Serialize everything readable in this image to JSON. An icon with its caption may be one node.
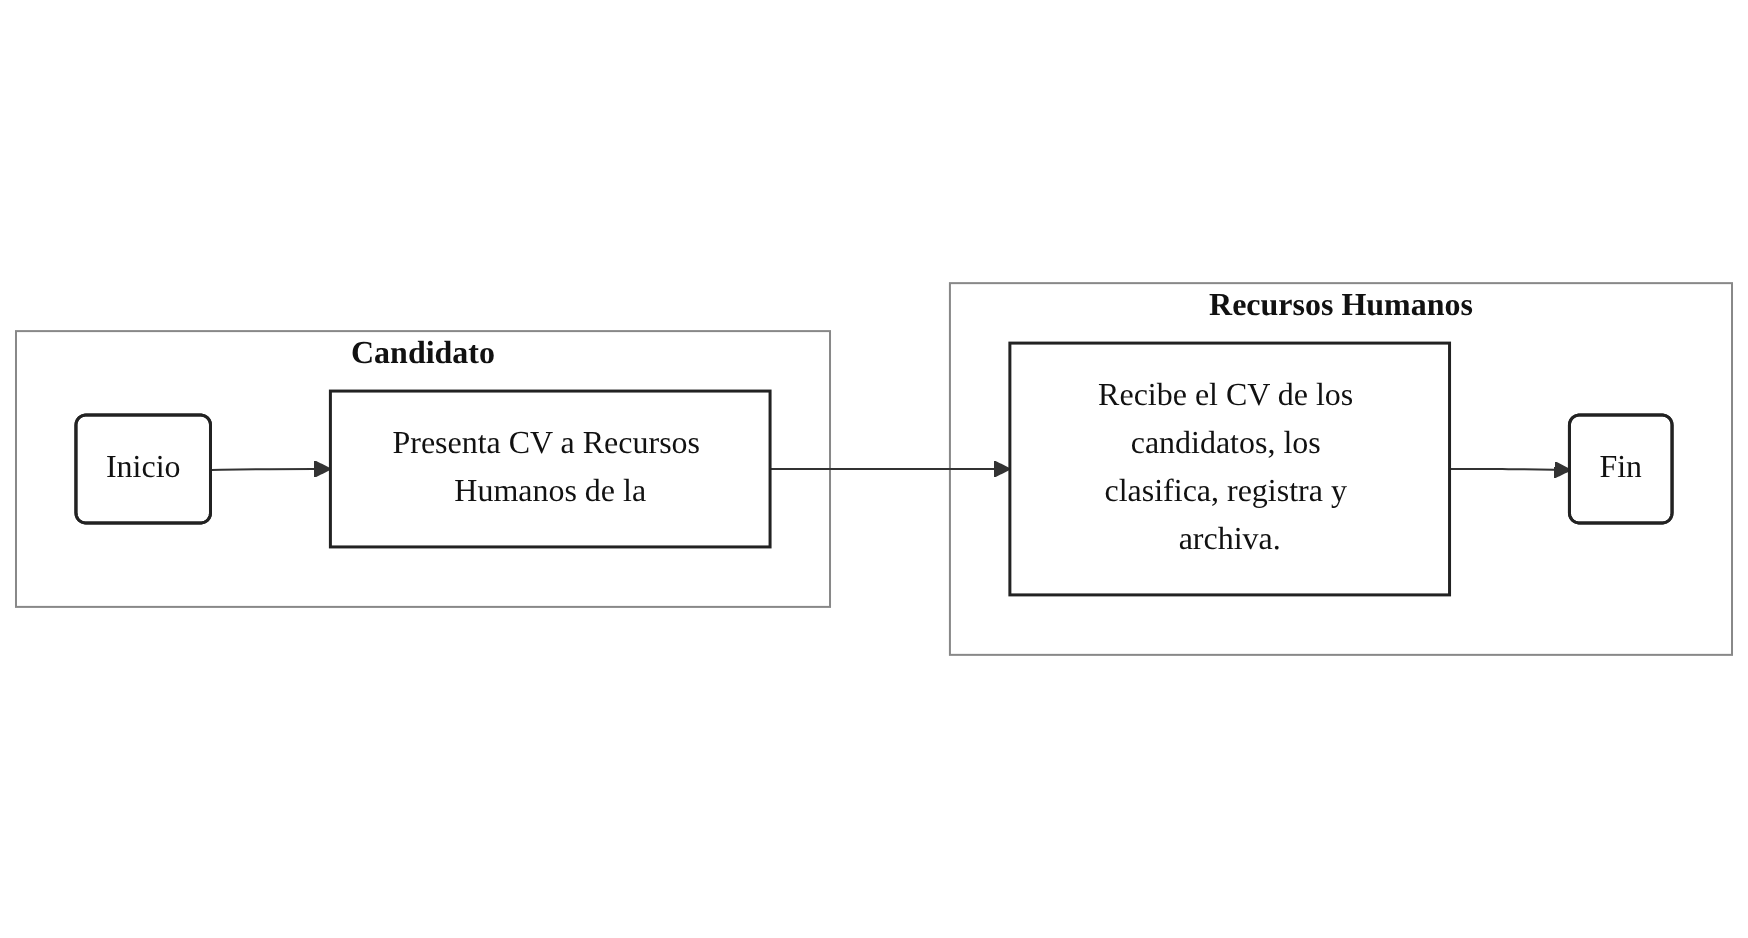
{
  "diagram": {
    "nodes": [
      {
        "text": [
          "Candidato"
        ]
      },
      {
        "text": [
          "Inicio"
        ],
        "in": 0
      },
      {
        "text": [
          "Presenta CV a Recursos Humanos de la"
        ],
        "in": 0
      },
      {
        "text": [
          "Recursos Humanos"
        ]
      },
      {
        "text": [
          "Recibe el CV de los candidatos, los clasifica, registra y archiva."
        ],
        "in": 3
      },
      {
        "text": [
          "Fin"
        ],
        "in": 3
      }
    ],
    "edges": [
      {
        "from": 1,
        "to": 2,
        "arrow": "to"
      },
      {
        "from": 2,
        "to": 4,
        "arrow": "to"
      },
      {
        "from": 4,
        "to": 5,
        "arrow": "to"
      }
    ]
  }
}
